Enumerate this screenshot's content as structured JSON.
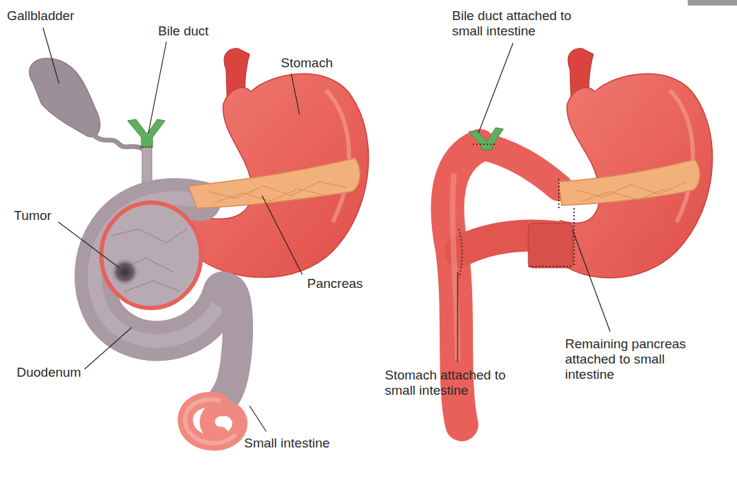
{
  "diagram": {
    "labels": [
      "Gallbladder",
      "Bile duct",
      "Stomach",
      "Tumor",
      "Pancreas",
      "Duodenum",
      "Small intestine",
      "Bile duct attached to small intestine",
      "Stomach attached to small intestine",
      "Remaining pancreas attached to small intestine"
    ]
  }
}
